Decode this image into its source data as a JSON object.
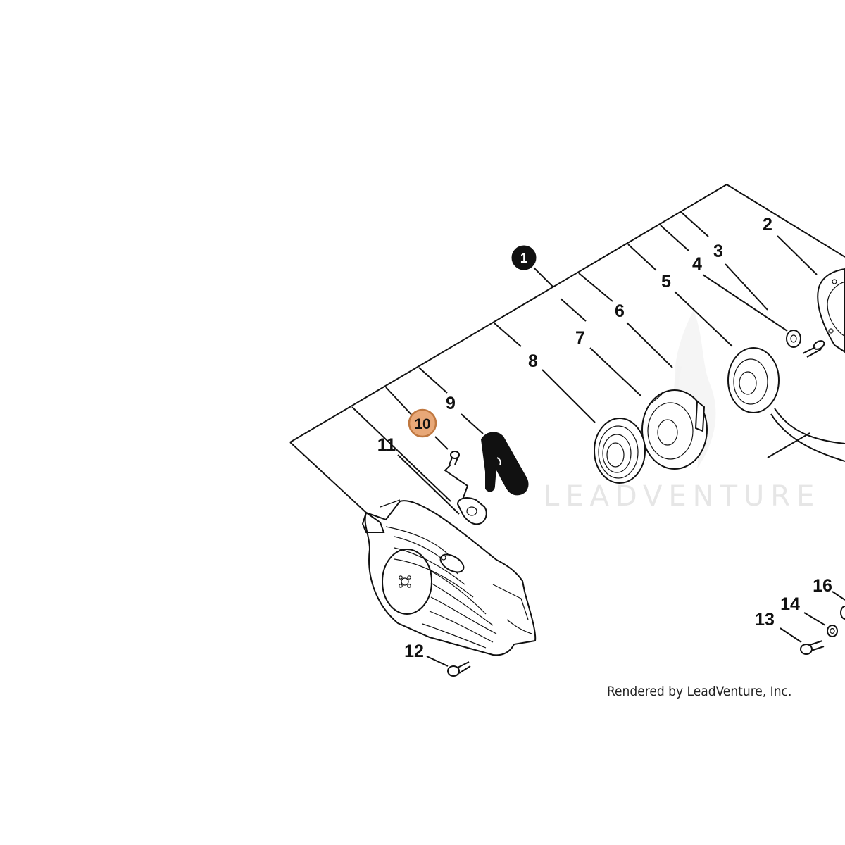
{
  "diagram": {
    "assembly_callout": "1",
    "callouts": {
      "c2": "2",
      "c3": "3",
      "c4": "4",
      "c5": "5",
      "c6": "6",
      "c7": "7",
      "c8": "8",
      "c9": "9",
      "c10": "10",
      "c11": "11",
      "c12": "12",
      "c13": "13",
      "c14": "14",
      "c16": "16"
    },
    "highlighted_callout": "10",
    "colors": {
      "highlight_fill": "#e8a878",
      "highlight_stroke": "#c07840",
      "ink": "#111111",
      "watermark": "#e6e6e6"
    }
  },
  "watermark": {
    "text": "LEADVENTURE"
  },
  "footer": {
    "credit": "Rendered by LeadVenture, Inc."
  }
}
